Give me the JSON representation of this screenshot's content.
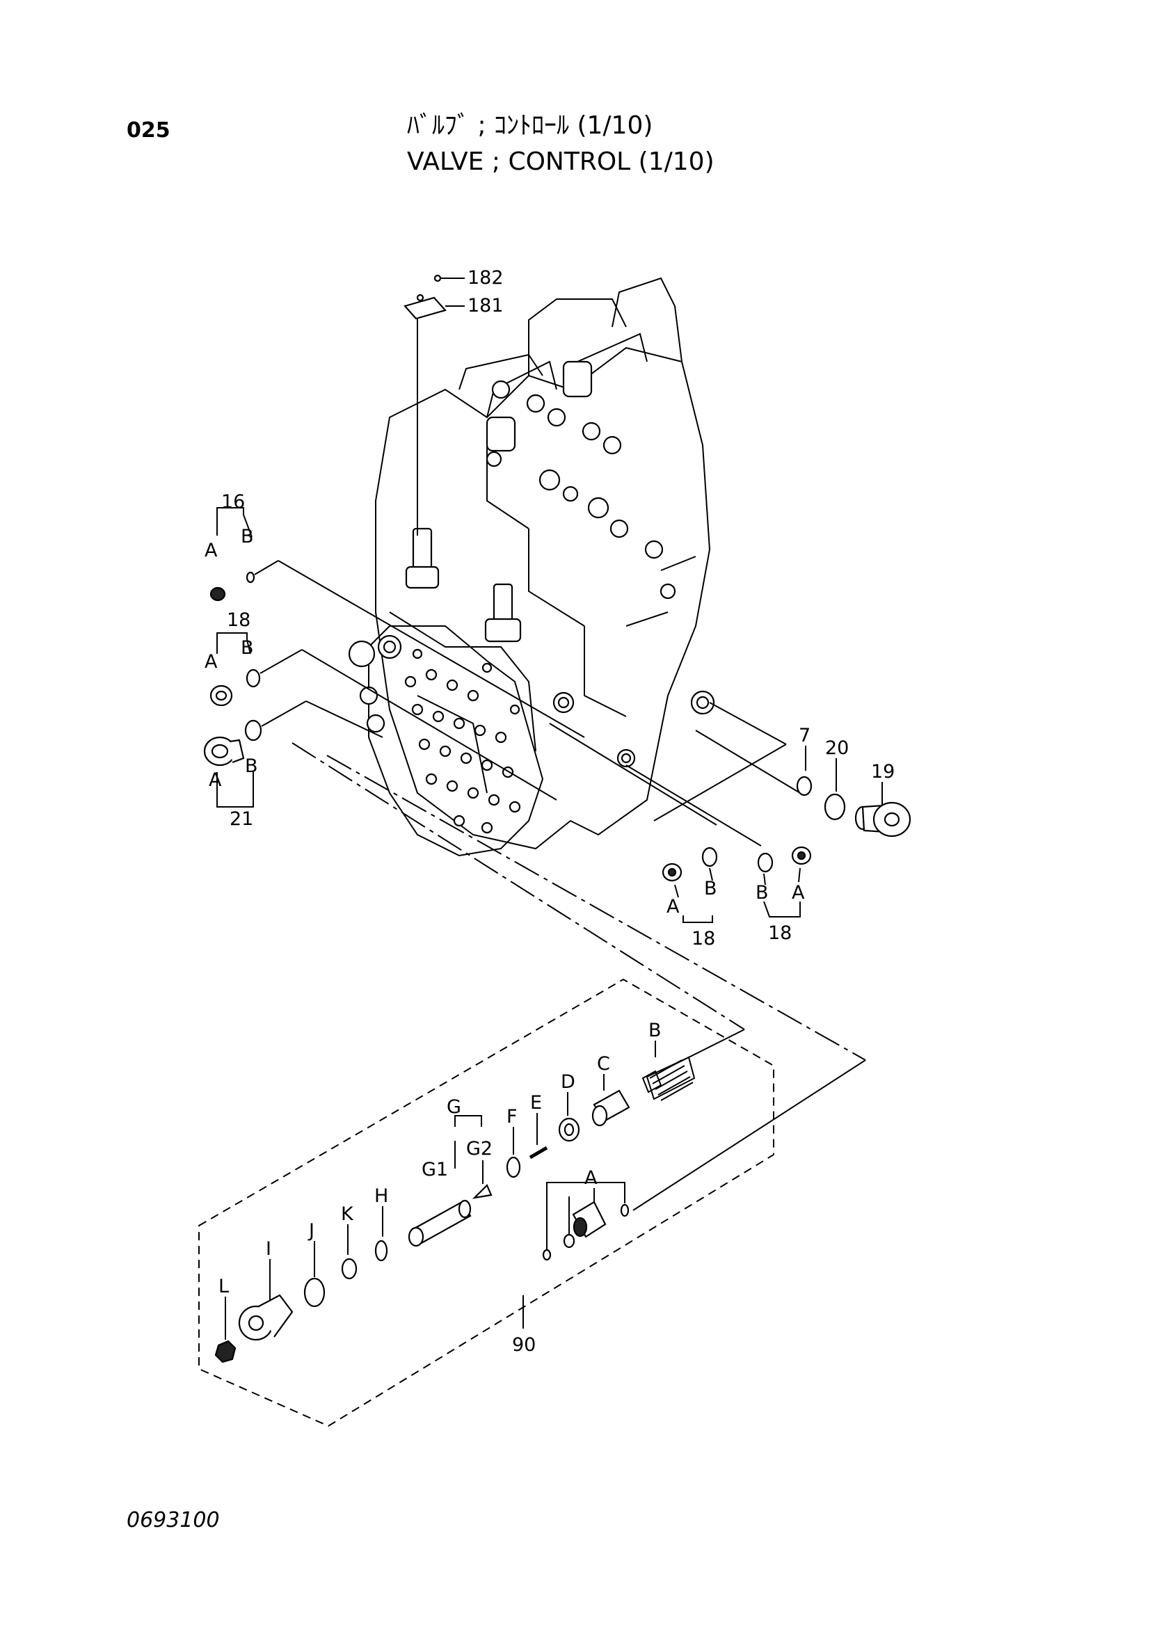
{
  "header": {
    "page_number": "025",
    "title_jp": "ﾊﾞﾙﾌﾞ ; ｺﾝﾄﾛｰﾙ (1/10)",
    "title_en": "VALVE ; CONTROL (1/10)"
  },
  "footer": {
    "drawing_code": "0693100"
  },
  "callouts": {
    "c182": "182",
    "c181": "181",
    "c16": "16",
    "c18a": "18",
    "c21": "21",
    "c7": "7",
    "c20": "20",
    "c19": "19",
    "c18b": "18",
    "c18c": "18",
    "c90": "90"
  },
  "sub_labels": {
    "a": "A",
    "b": "B",
    "c": "C",
    "d": "D",
    "e": "E",
    "f": "F",
    "g": "G",
    "g1": "G1",
    "g2": "G2",
    "h": "H",
    "i": "I",
    "j": "J",
    "k": "K",
    "l": "L",
    "small_b": "B"
  }
}
